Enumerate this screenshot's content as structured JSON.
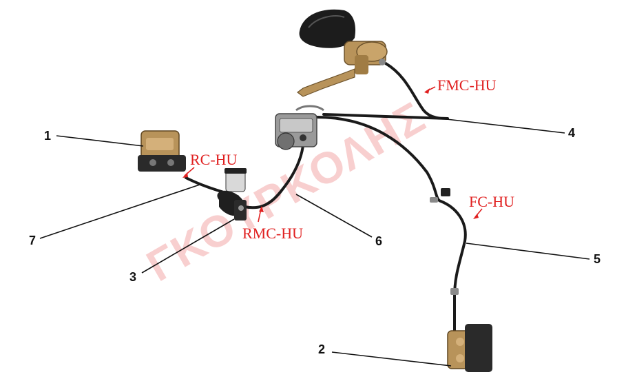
{
  "parts": {
    "p1": "1",
    "p2": "2",
    "p3": "3",
    "p4": "4",
    "p5": "5",
    "p6": "6",
    "p7": "7"
  },
  "hose_labels": {
    "fmc_hu": "FMC-HU",
    "rc_hu": "RC-HU",
    "rmc_hu": "RMC-HU",
    "fc_hu": "FC-HU"
  },
  "watermark": "ΓΚΟΥΡΚΟΛΗΣ",
  "colors": {
    "label_red": "#e02020",
    "hose_black": "#1a1a1a",
    "brass": "#b8935a",
    "watermark_pink": "#f3a9a9"
  }
}
